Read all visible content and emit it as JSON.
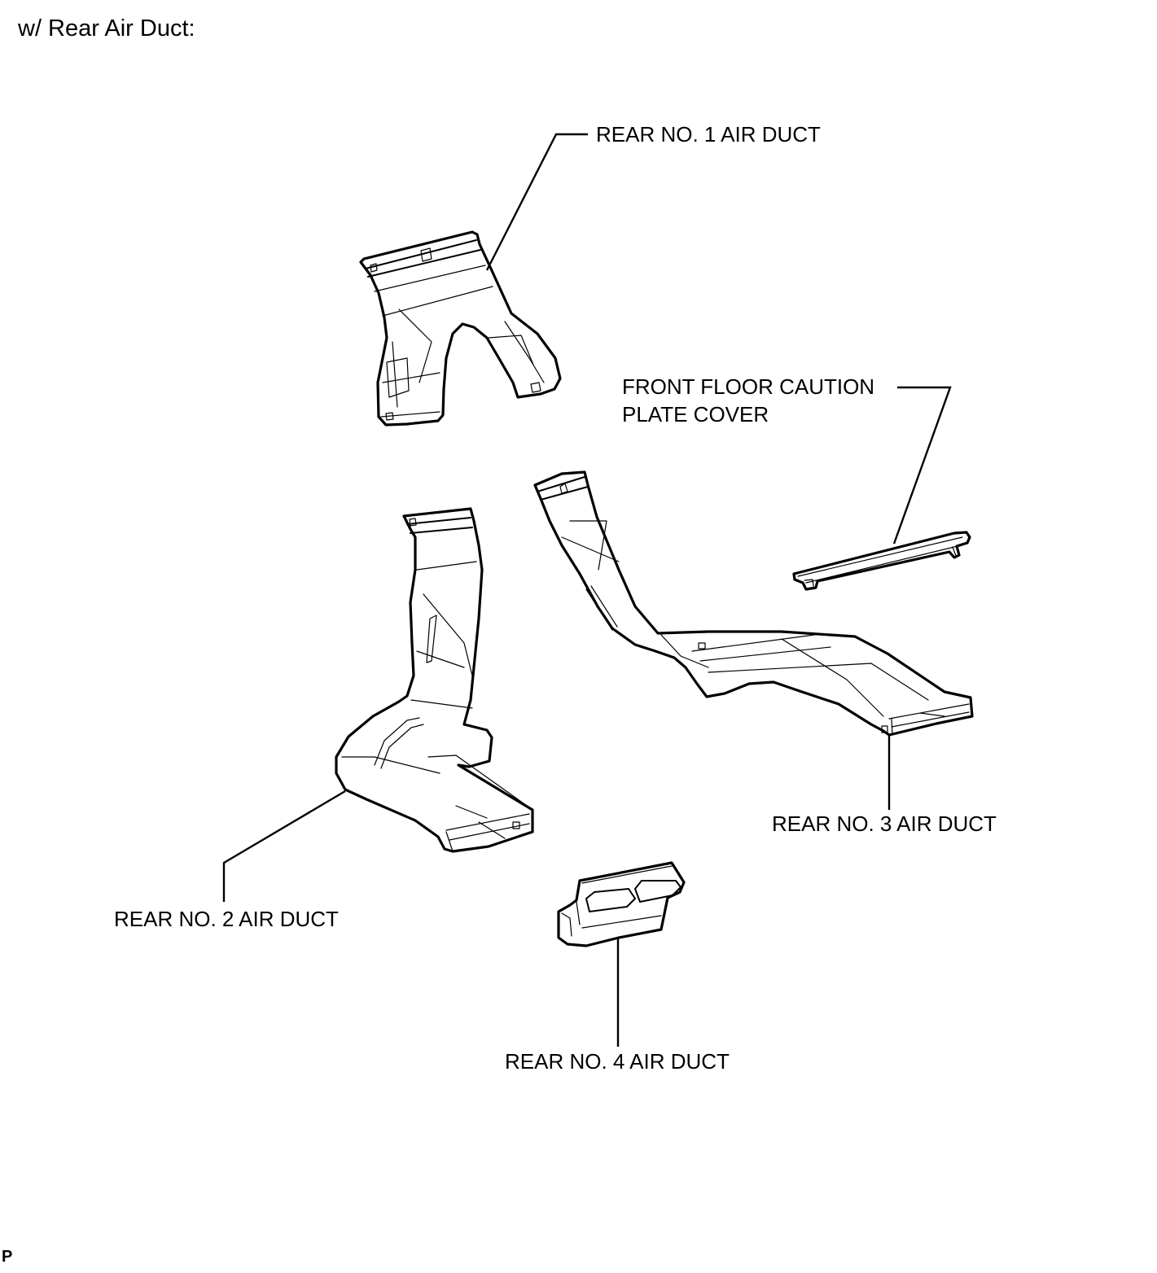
{
  "header": {
    "title": "w/ Rear Air Duct:"
  },
  "callouts": {
    "rear_no1": "REAR NO. 1 AIR DUCT",
    "front_floor_caution_plate_cover": [
      "FRONT FLOOR CAUTION",
      "PLATE COVER"
    ],
    "rear_no3": "REAR NO. 3 AIR DUCT",
    "rear_no2": "REAR NO. 2 AIR DUCT",
    "rear_no4": "REAR NO. 4 AIR DUCT"
  },
  "footer": {
    "code": "P"
  },
  "colors": {
    "line": "#000000",
    "background": "#ffffff"
  }
}
